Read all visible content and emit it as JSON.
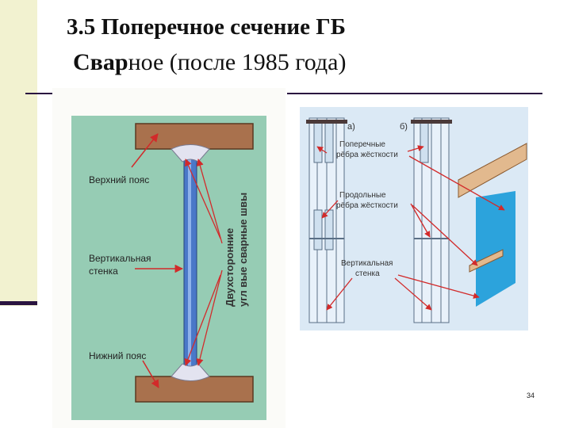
{
  "slide": {
    "title": "3.5 Поперечное сечение ГБ",
    "subtitle_bold": "Свар",
    "subtitle_rest": "ное (после 1985 года)",
    "page_number": "34"
  },
  "figure_left": {
    "top_flange_label": "Верхний пояс",
    "web_label_line1": "Вертикальная",
    "web_label_line2": "стенка",
    "bottom_flange_label": "Нижний пояс",
    "welds_label_line1": "Двухсторонние",
    "welds_label_line2": "угл вые сварные швы"
  },
  "figure_right": {
    "variant_a": "а)",
    "variant_b": "б)",
    "transverse_line1": "Поперечные",
    "transverse_line2": "рёбра жёсткости",
    "longitudinal_line1": "Продольные",
    "longitudinal_line2": "рёбра жёсткости",
    "web_line1": "Вертикальная",
    "web_line2": "стенка"
  },
  "colors": {
    "sidebar": "#f2f2d0",
    "rule": "#2a1440",
    "diagram_bg": "#96ccb4",
    "flange": "#a9714d",
    "web": "#4a78c8",
    "arrow": "#d22a2a",
    "blueprint": "#dbe9f5"
  }
}
